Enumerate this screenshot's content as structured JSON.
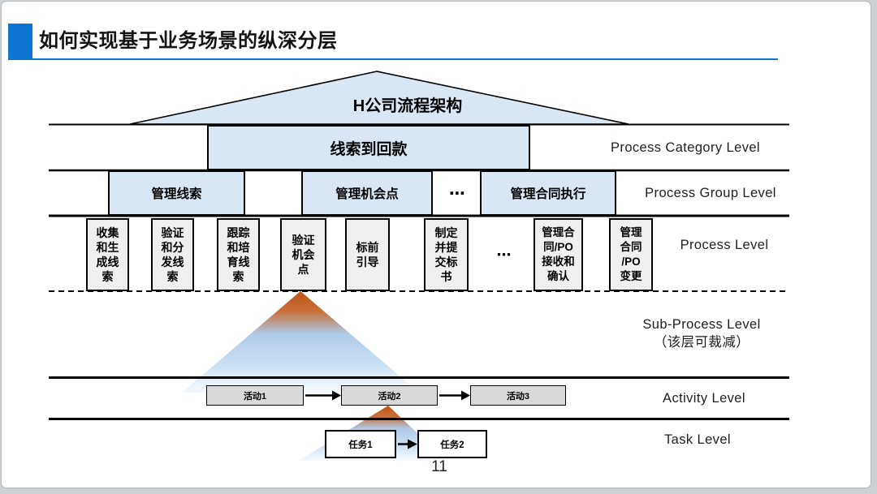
{
  "colors": {
    "accent": "#0d76d2",
    "pyramid_fill": "#d9e7f5",
    "process_fill": "#efefef",
    "activity_fill": "#d9d9d9",
    "flow_orange": "#bf5413",
    "flow_blue": "#c5dcf2"
  },
  "title": "如何实现基于业务场景的纵深分层",
  "page_number": "11",
  "pyramid": {
    "apex": "H公司流程架构"
  },
  "category": {
    "box": "线索到回款",
    "label": "Process Category Level"
  },
  "group": {
    "box1": "管理线索",
    "box2": "管理机会点",
    "ellipsis": "⋯",
    "box3": "管理合同执行",
    "label": "Process Group Level"
  },
  "process": {
    "boxes": [
      "收集\n和生\n成线\n索",
      "验证\n和分\n发线\n索",
      "跟踪\n和培\n育线\n索",
      "验证\n机会\n点",
      "标前\n引导",
      "制定\n并提\n交标\n书",
      "管理合\n同/PO\n接收和\n确认",
      "管理\n合同\n/PO\n变更"
    ],
    "ellipsis": "⋯",
    "label": "Process Level"
  },
  "subprocess": {
    "label": "Sub-Process Level\n（该层可裁减）"
  },
  "activity": {
    "boxes": [
      "活动1",
      "活动2",
      "活动3"
    ],
    "label": "Activity Level"
  },
  "task": {
    "boxes": [
      "任务1",
      "任务2"
    ],
    "label": "Task Level"
  }
}
